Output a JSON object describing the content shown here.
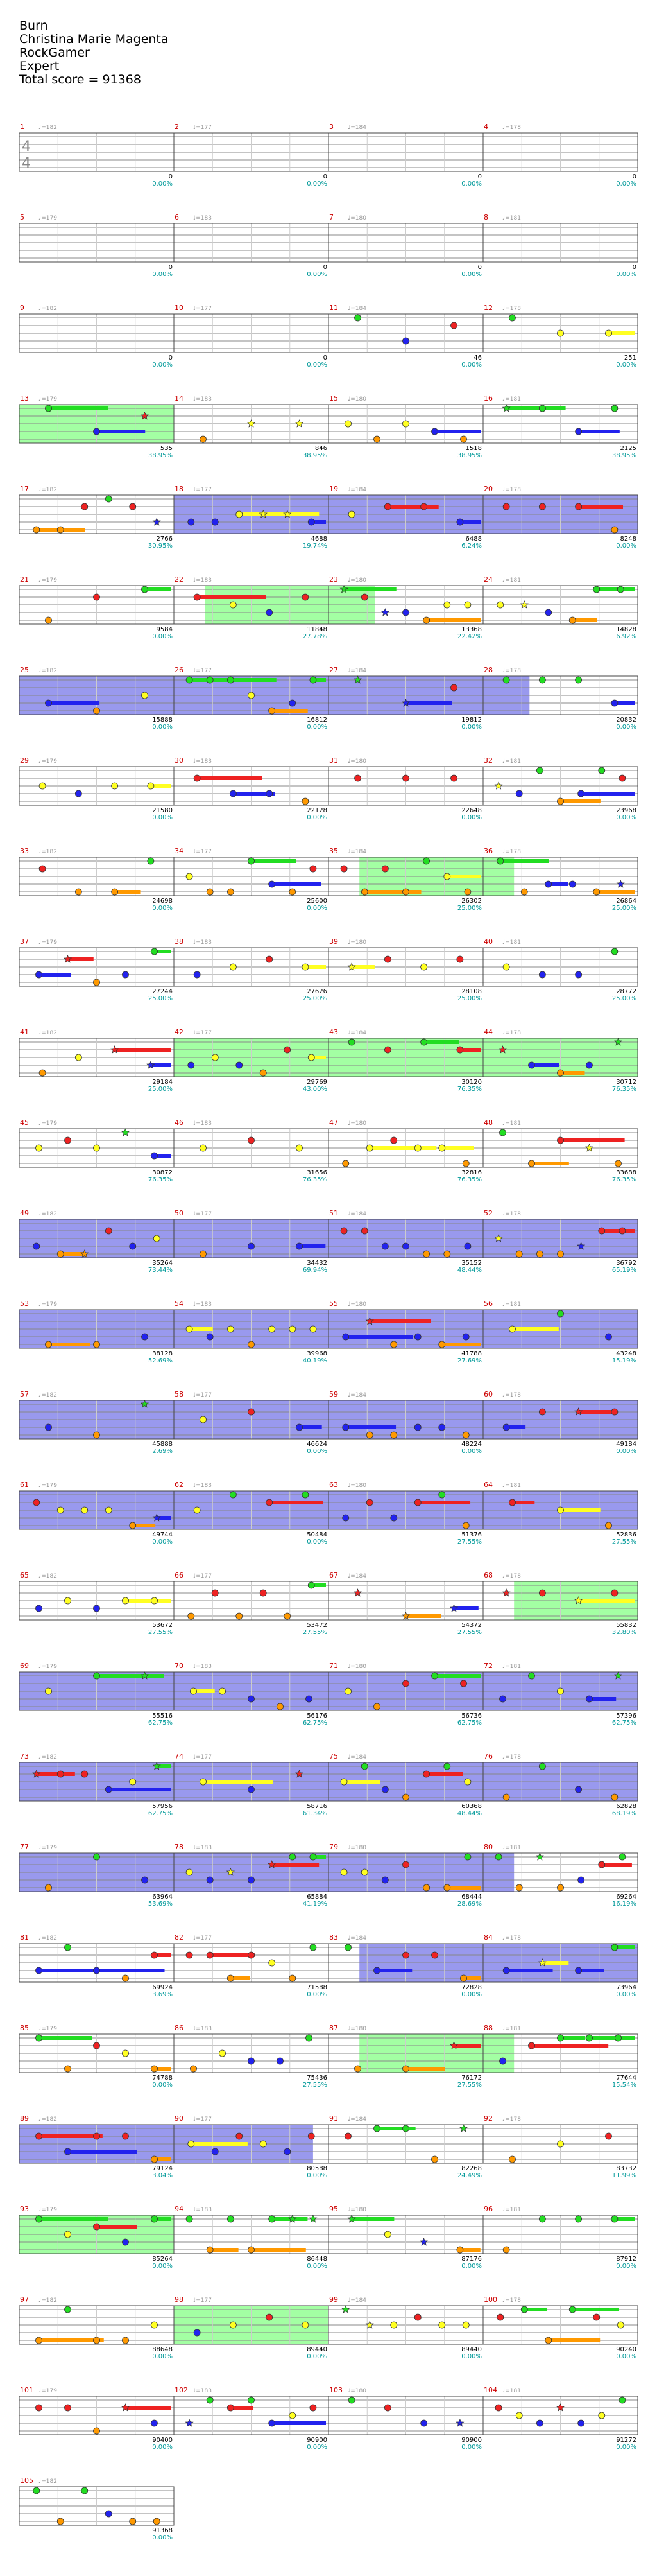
{
  "song": {
    "title": "Burn",
    "artist": "Christina Marie Magenta",
    "game": "RockGamer",
    "difficulty": "Expert",
    "total_score_label": "Total score = 91368"
  },
  "colors": {
    "green": "#22dd22",
    "red": "#ee2222",
    "yellow": "#ffff22",
    "blue": "#2222ee",
    "orange": "#ff9900",
    "purple": "#990099",
    "starpower_overdrive": "#9999ee",
    "starpower_phrase": "#99ff99",
    "solo_marker": "#ff9999",
    "measure_number": "#cc0000",
    "score_text": "#000000",
    "percent_text": "#009999",
    "tempo_text": "#999999"
  },
  "time_signature": {
    "top": "4",
    "bottom": "4"
  },
  "tempo_labels": [
    "♩=182",
    "♩=181",
    "♩=180",
    "♩=183",
    "♩=179",
    "♩=178",
    "♩=184",
    "♩=177"
  ],
  "measures": [
    {
      "n": "1",
      "score": "0",
      "pct": "0.00%"
    },
    {
      "n": "2",
      "score": "0",
      "pct": "0.00%"
    },
    {
      "n": "3",
      "score": "0",
      "pct": "0.00%"
    },
    {
      "n": "4",
      "score": "0",
      "pct": "0.00%"
    },
    {
      "n": "5",
      "score": "0",
      "pct": "0.00%"
    },
    {
      "n": "6",
      "score": "0",
      "pct": "0.00%"
    },
    {
      "n": "7",
      "score": "0",
      "pct": "0.00%"
    },
    {
      "n": "8",
      "score": "0",
      "pct": "0.00%"
    },
    {
      "n": "9",
      "score": "0",
      "pct": "0.00%"
    },
    {
      "n": "10",
      "score": "0",
      "pct": "0.00%"
    },
    {
      "n": "11",
      "score": "46",
      "pct": "0.00%"
    },
    {
      "n": "12",
      "score": "251",
      "pct": "0.00%"
    },
    {
      "n": "13",
      "score": "535",
      "pct": "38.95%"
    },
    {
      "n": "14",
      "score": "846",
      "pct": "38.95%"
    },
    {
      "n": "15",
      "score": "1518",
      "pct": "38.95%"
    },
    {
      "n": "16",
      "score": "2125",
      "pct": "38.95%"
    },
    {
      "n": "17",
      "score": "2766",
      "pct": "30.95%"
    },
    {
      "n": "18",
      "score": "4688",
      "pct": "19.74%"
    },
    {
      "n": "19",
      "score": "6488",
      "pct": "6.24%"
    },
    {
      "n": "20",
      "score": "8248",
      "pct": "0.00%"
    },
    {
      "n": "21",
      "score": "9584",
      "pct": "0.00%"
    },
    {
      "n": "22",
      "score": "11848",
      "pct": "27.78%"
    },
    {
      "n": "23",
      "score": "13368",
      "pct": "22.42%"
    },
    {
      "n": "24",
      "score": "14828",
      "pct": "6.92%"
    },
    {
      "n": "25",
      "score": "15888",
      "pct": "0.00%"
    },
    {
      "n": "26",
      "score": "16812",
      "pct": "0.00%"
    },
    {
      "n": "27",
      "score": "19812",
      "pct": "0.00%"
    },
    {
      "n": "28",
      "score": "20832",
      "pct": "0.00%"
    },
    {
      "n": "29",
      "score": "21580",
      "pct": "0.00%"
    },
    {
      "n": "30",
      "score": "22128",
      "pct": "0.00%"
    },
    {
      "n": "31",
      "score": "22648",
      "pct": "0.00%"
    },
    {
      "n": "32",
      "score": "23968",
      "pct": "0.00%"
    },
    {
      "n": "33",
      "score": "24698",
      "pct": "0.00%"
    },
    {
      "n": "34",
      "score": "25600",
      "pct": "0.00%"
    },
    {
      "n": "35",
      "score": "26302",
      "pct": "25.00%"
    },
    {
      "n": "36",
      "score": "26864",
      "pct": "25.00%"
    },
    {
      "n": "37",
      "score": "27244",
      "pct": "25.00%"
    },
    {
      "n": "38",
      "score": "27626",
      "pct": "25.00%"
    },
    {
      "n": "39",
      "score": "28108",
      "pct": "25.00%"
    },
    {
      "n": "40",
      "score": "28772",
      "pct": "25.00%"
    },
    {
      "n": "41",
      "score": "29184",
      "pct": "25.00%"
    },
    {
      "n": "42",
      "score": "29769",
      "pct": "43.00%"
    },
    {
      "n": "43",
      "score": "30120",
      "pct": "76.35%"
    },
    {
      "n": "44",
      "score": "30712",
      "pct": "76.35%"
    },
    {
      "n": "45",
      "score": "30872",
      "pct": "76.35%"
    },
    {
      "n": "46",
      "score": "31656",
      "pct": "76.35%"
    },
    {
      "n": "47",
      "score": "32816",
      "pct": "76.35%"
    },
    {
      "n": "48",
      "score": "33688",
      "pct": "76.35%"
    },
    {
      "n": "49",
      "score": "35264",
      "pct": "73.44%"
    },
    {
      "n": "50",
      "score": "34432",
      "pct": "69.94%"
    },
    {
      "n": "51",
      "score": "35152",
      "pct": "48.44%"
    },
    {
      "n": "52",
      "score": "36792",
      "pct": "65.19%"
    },
    {
      "n": "53",
      "score": "38128",
      "pct": "52.69%"
    },
    {
      "n": "54",
      "score": "39968",
      "pct": "40.19%"
    },
    {
      "n": "55",
      "score": "41788",
      "pct": "27.69%"
    },
    {
      "n": "56",
      "score": "43248",
      "pct": "15.19%"
    },
    {
      "n": "57",
      "score": "45888",
      "pct": "2.69%"
    },
    {
      "n": "58",
      "score": "46624",
      "pct": "0.00%"
    },
    {
      "n": "59",
      "score": "48224",
      "pct": "0.00%"
    },
    {
      "n": "60",
      "score": "49184",
      "pct": "0.00%"
    },
    {
      "n": "61",
      "score": "49744",
      "pct": "0.00%"
    },
    {
      "n": "62",
      "score": "50484",
      "pct": "0.00%"
    },
    {
      "n": "63",
      "score": "51376",
      "pct": "27.55%"
    },
    {
      "n": "64",
      "score": "52836",
      "pct": "27.55%"
    },
    {
      "n": "65",
      "score": "53672",
      "pct": "27.55%"
    },
    {
      "n": "66",
      "score": "53472",
      "pct": "27.55%"
    },
    {
      "n": "67",
      "score": "54372",
      "pct": "27.55%"
    },
    {
      "n": "68",
      "score": "55832",
      "pct": "32.80%"
    },
    {
      "n": "69",
      "score": "55516",
      "pct": "62.75%"
    },
    {
      "n": "70",
      "score": "56176",
      "pct": "62.75%"
    },
    {
      "n": "71",
      "score": "56736",
      "pct": "62.75%"
    },
    {
      "n": "72",
      "score": "57396",
      "pct": "62.75%"
    },
    {
      "n": "73",
      "score": "57956",
      "pct": "62.75%"
    },
    {
      "n": "74",
      "score": "58716",
      "pct": "61.34%"
    },
    {
      "n": "75",
      "score": "60368",
      "pct": "48.44%"
    },
    {
      "n": "76",
      "score": "62828",
      "pct": "68.19%"
    },
    {
      "n": "77",
      "score": "63964",
      "pct": "53.69%"
    },
    {
      "n": "78",
      "score": "65884",
      "pct": "41.19%"
    },
    {
      "n": "79",
      "score": "68444",
      "pct": "28.69%"
    },
    {
      "n": "80",
      "score": "69264",
      "pct": "16.19%"
    },
    {
      "n": "81",
      "score": "69924",
      "pct": "3.69%"
    },
    {
      "n": "82",
      "score": "71588",
      "pct": "0.00%"
    },
    {
      "n": "83",
      "score": "72828",
      "pct": "0.00%"
    },
    {
      "n": "84",
      "score": "73964",
      "pct": "0.00%"
    },
    {
      "n": "85",
      "score": "74788",
      "pct": "0.00%"
    },
    {
      "n": "86",
      "score": "75436",
      "pct": "27.55%"
    },
    {
      "n": "87",
      "score": "76172",
      "pct": "27.55%"
    },
    {
      "n": "88",
      "score": "77644",
      "pct": "15.54%"
    },
    {
      "n": "89",
      "score": "79124",
      "pct": "3.04%"
    },
    {
      "n": "90",
      "score": "80588",
      "pct": "0.00%"
    },
    {
      "n": "91",
      "score": "82268",
      "pct": "24.49%"
    },
    {
      "n": "92",
      "score": "83732",
      "pct": "11.99%"
    },
    {
      "n": "93",
      "score": "85264",
      "pct": "0.00%"
    },
    {
      "n": "94",
      "score": "86448",
      "pct": "0.00%"
    },
    {
      "n": "95",
      "score": "87176",
      "pct": "0.00%"
    },
    {
      "n": "96",
      "score": "87912",
      "pct": "0.00%"
    },
    {
      "n": "97",
      "score": "88648",
      "pct": "0.00%"
    },
    {
      "n": "98",
      "score": "89440",
      "pct": "0.00%"
    },
    {
      "n": "99",
      "score": "89440",
      "pct": "0.00%"
    },
    {
      "n": "100",
      "score": "90240",
      "pct": "0.00%"
    },
    {
      "n": "101",
      "score": "90400",
      "pct": "0.00%"
    },
    {
      "n": "102",
      "score": "90900",
      "pct": "0.00%"
    },
    {
      "n": "103",
      "score": "90900",
      "pct": "0.00%"
    },
    {
      "n": "104",
      "score": "91272",
      "pct": "0.00%"
    },
    {
      "n": "105",
      "score": "91368",
      "pct": "0.00%"
    }
  ]
}
